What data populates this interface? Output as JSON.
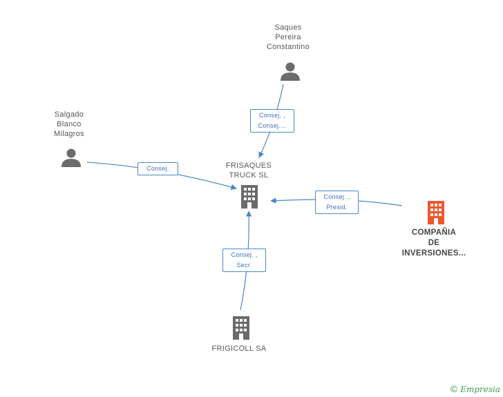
{
  "nodes": {
    "saques": {
      "label": "Saques\nPereira\nConstantino"
    },
    "salgado": {
      "label": "Salgado\nBlanco\nMilagros"
    },
    "frisaques": {
      "label": "FRISAQUES\nTRUCK SL"
    },
    "compania": {
      "label": "COMPAÑIA\nDE\nINVERSIONES..."
    },
    "frigicoll": {
      "label": "FRIGICOLL SA"
    }
  },
  "edges": {
    "saques_frisaques": "Consej. ,\nConsej....",
    "salgado_frisaques": "Consej.",
    "compania_frisaques": "Consej. ,\nPresid.",
    "frigicoll_frisaques": "Consej. ,\nSecr."
  },
  "footer": {
    "copyright": "©",
    "brand": "Empresia"
  },
  "colors": {
    "edge": "#4a86c8",
    "person": "#6b6b6b",
    "company": "#6b6b6b",
    "highlight": "#f0552b"
  }
}
